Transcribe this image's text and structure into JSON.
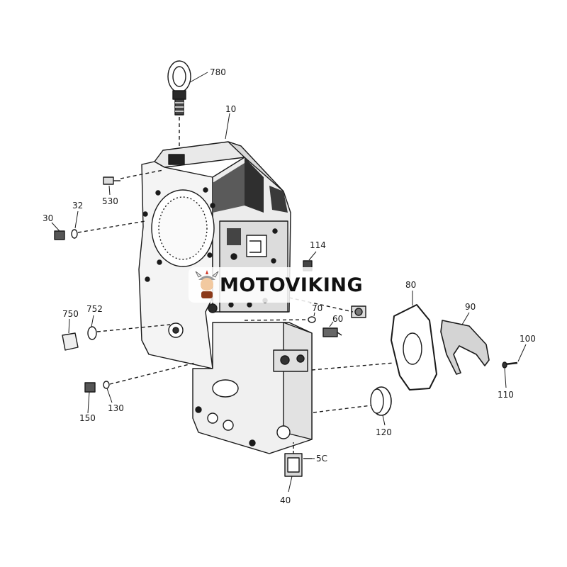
{
  "watermark": {
    "text": "MOTOVIKING"
  },
  "callouts": {
    "eyebolt": "780",
    "housing": "10",
    "bolt_530": "530",
    "washer_32": "32",
    "plug_30": "30",
    "fitting_114": "114",
    "gasket_80": "80",
    "cover_90": "90",
    "screw_100": "100",
    "washer_110": "110",
    "oring_70": "70",
    "switch_60": "60",
    "plug_750": "750",
    "washer_752": "752",
    "oring_130": "130",
    "plug_150": "150",
    "cap_120": "120",
    "screw_50": "5C",
    "plate_40": "40"
  },
  "colors": {
    "ink": "#1a1a1a",
    "shade": "#3a3a3a",
    "paper": "#ffffff"
  }
}
